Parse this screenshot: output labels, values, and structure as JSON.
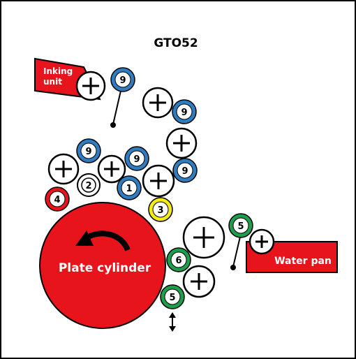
{
  "title": "GTO52",
  "labels": {
    "inking_unit_line1": "Inking",
    "inking_unit_line2": "unit",
    "water_pan": "Water pan",
    "plate_cylinder": "Plate cylinder"
  },
  "rollers": {
    "r9_top": "9",
    "r9_right_a": "9",
    "r9_right_b": "9",
    "r9_left": "9",
    "r9_mid": "9",
    "r2": "2",
    "r1": "1",
    "r4": "4",
    "r3": "3",
    "r6": "6",
    "r5_bottom": "5",
    "r5_water": "5"
  },
  "colors": {
    "red": "#e8141c",
    "blue": "#2f7dc0",
    "green": "#1e9e4a",
    "yellow": "#f4ea14",
    "black": "#000000"
  },
  "icons": {
    "rotation": "curved-arrow-icon",
    "adjust": "double-arrow-vertical-icon"
  }
}
